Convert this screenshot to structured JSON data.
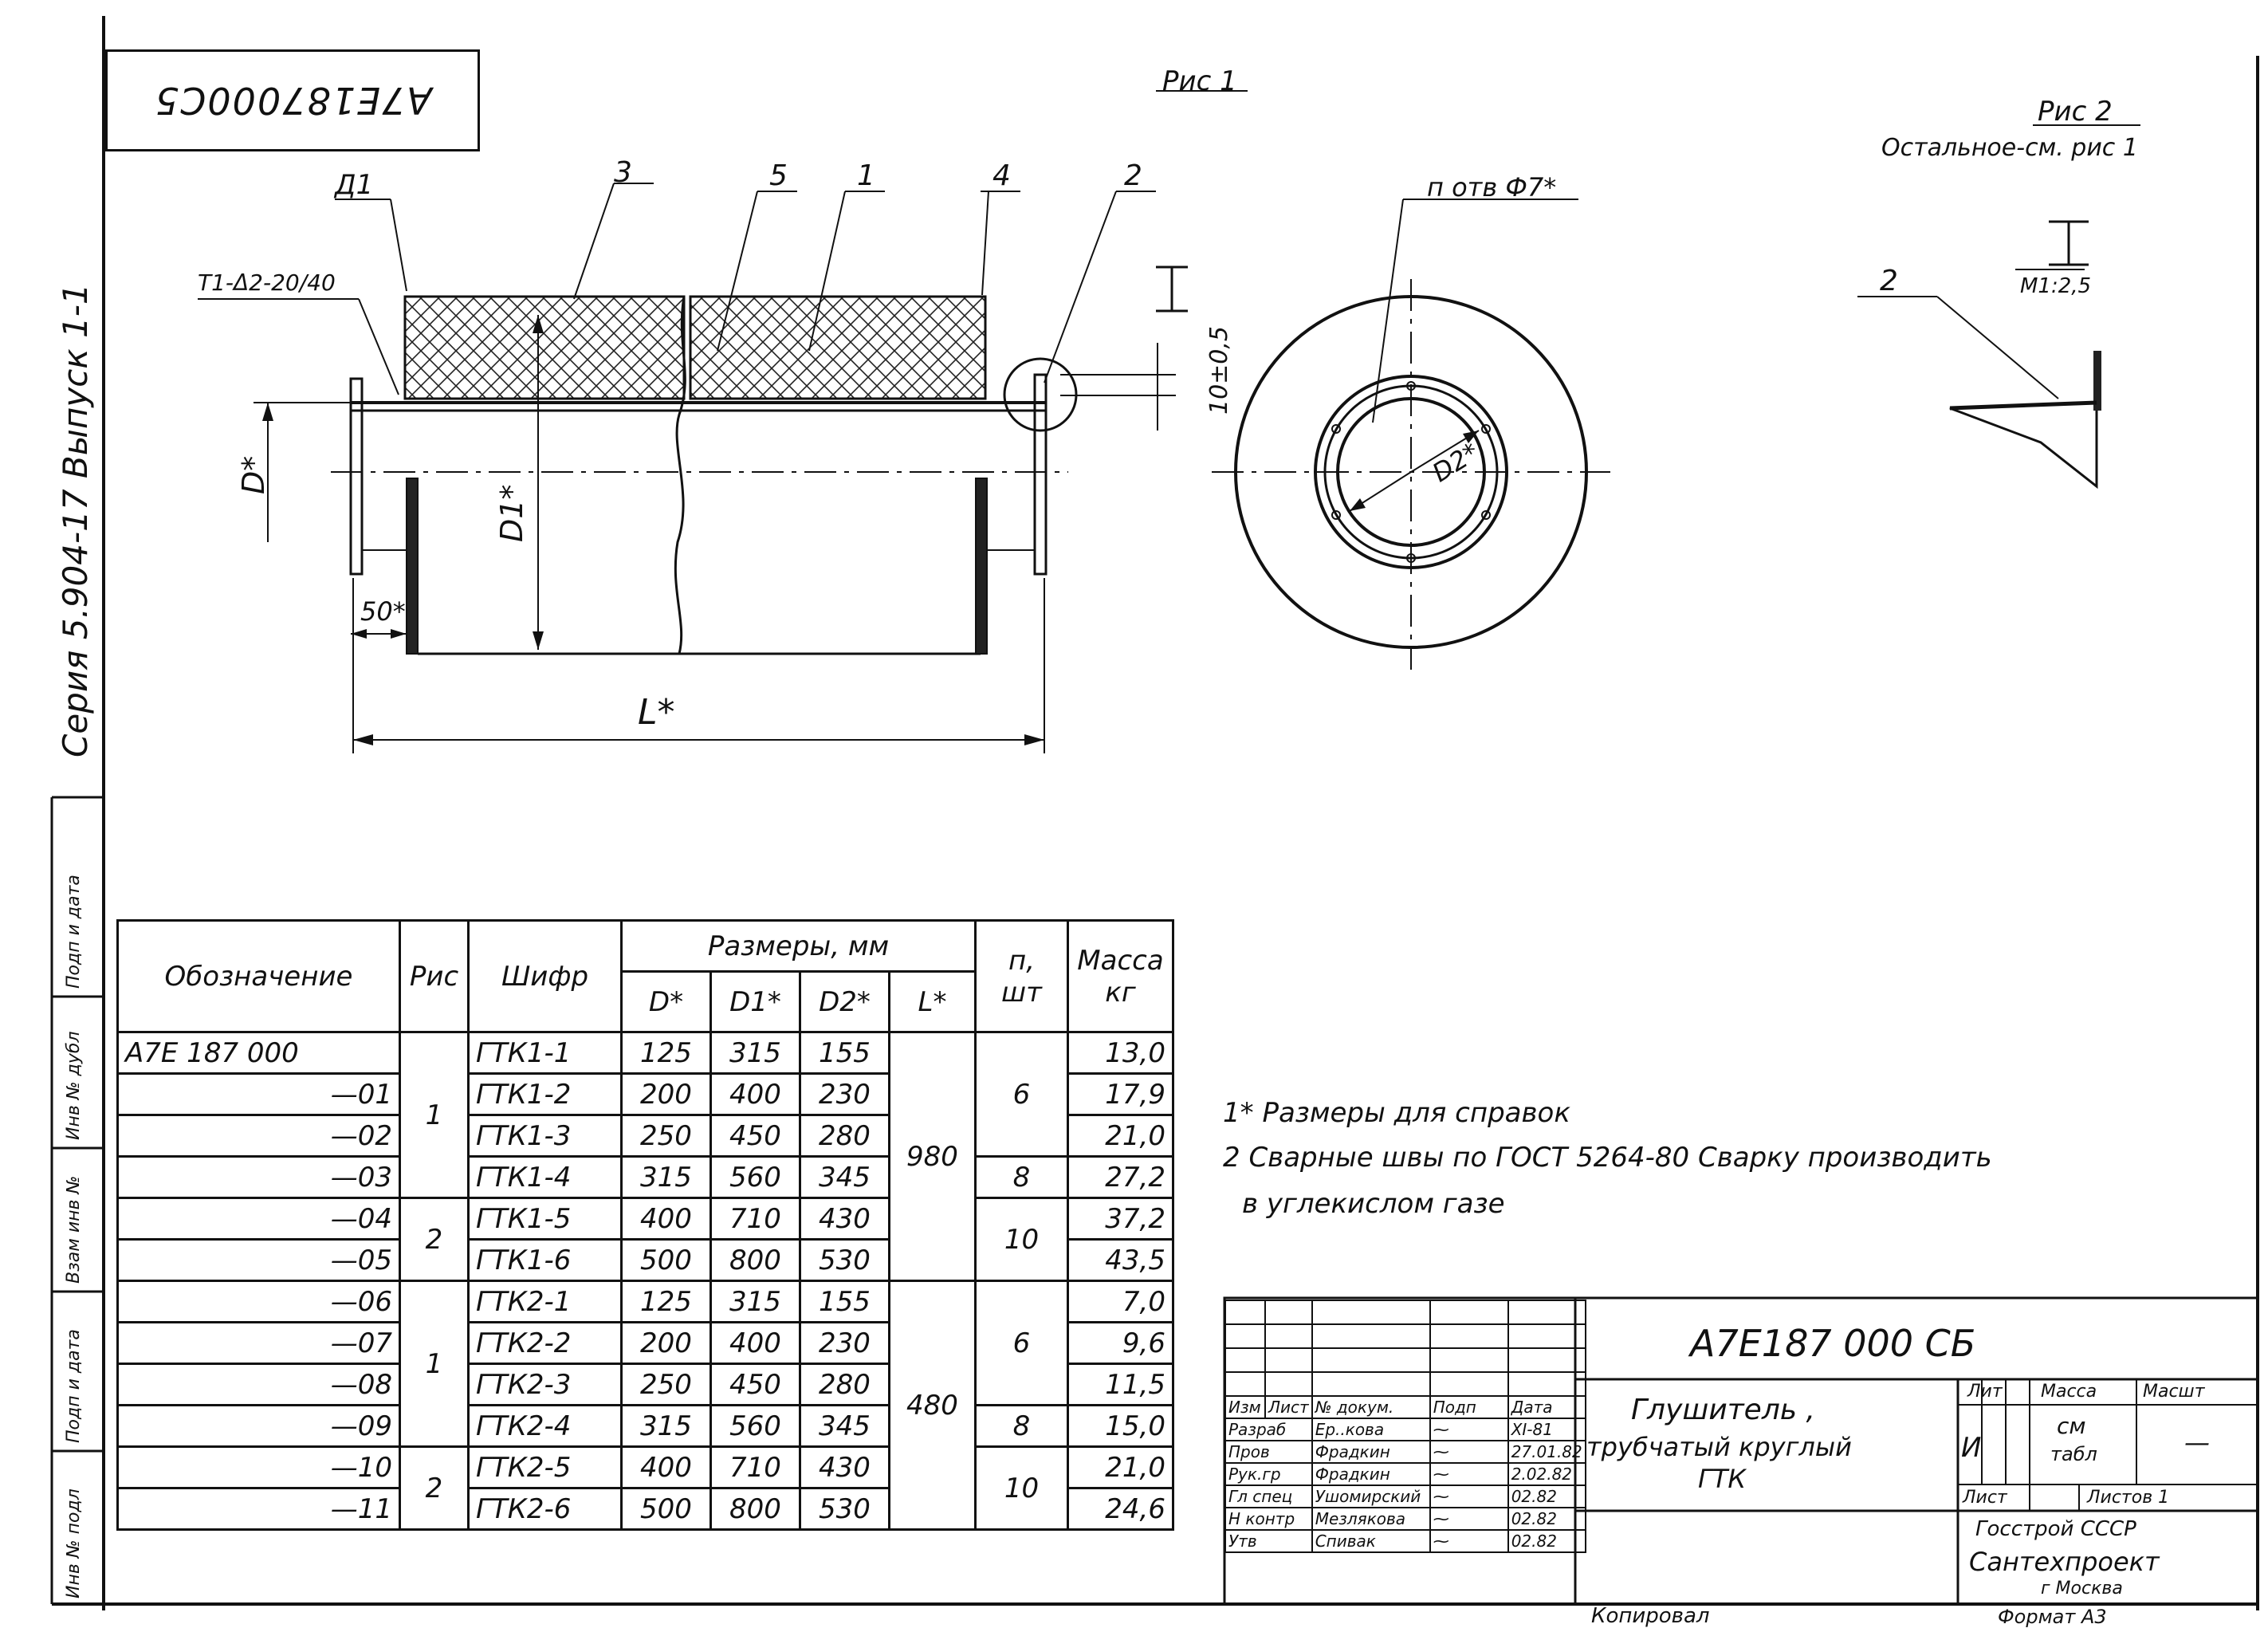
{
  "stamp": {
    "code_inverted": "A7E187000C5"
  },
  "side_labels": {
    "series": "Серия 5.904-17 Выпуск 1-1",
    "boxes": [
      "Подп и дата",
      "Инв № дубл",
      "Взам инв №",
      "Подп и дата",
      "Инв № подл"
    ]
  },
  "fig1": {
    "title": "Рис 1",
    "callouts": [
      "Д1",
      "3",
      "5",
      "1",
      "4",
      "2"
    ],
    "weld": "Т1-Δ2-20/40",
    "section_mark": "I",
    "dim_flange": "10±0,5",
    "dim_D": "D*",
    "dim_D1": "D1*",
    "dim_50": "50*",
    "dim_L": "L*",
    "holes": "п отв Ф7*",
    "dim_D2": "D2*"
  },
  "fig2": {
    "title": "Рис 2",
    "subtitle": "Остальное-см. рис 1",
    "section_mark": "I",
    "scale": "М1:2,5",
    "callout": "2"
  },
  "table": {
    "header": {
      "designation": "Обозначение",
      "fig": "Рис",
      "code": "Шифр",
      "dims": "Размеры, мм",
      "D": "D*",
      "D1": "D1*",
      "D2": "D2*",
      "L": "L*",
      "n_top": "п,",
      "n_bottom": "шт",
      "mass_top": "Масса",
      "mass_bottom": "кг"
    },
    "rows": [
      {
        "des": "А7Е 187 000",
        "code": "ГТК1-1",
        "D": "125",
        "D1": "315",
        "D2": "155",
        "mass": "13,0"
      },
      {
        "des": "—01",
        "code": "ГТК1-2",
        "D": "200",
        "D1": "400",
        "D2": "230",
        "mass": "17,9"
      },
      {
        "des": "—02",
        "code": "ГТК1-3",
        "D": "250",
        "D1": "450",
        "D2": "280",
        "mass": "21,0"
      },
      {
        "des": "—03",
        "code": "ГТК1-4",
        "D": "315",
        "D1": "560",
        "D2": "345",
        "mass": "27,2"
      },
      {
        "des": "—04",
        "code": "ГТК1-5",
        "D": "400",
        "D1": "710",
        "D2": "430",
        "mass": "37,2"
      },
      {
        "des": "—05",
        "code": "ГТК1-6",
        "D": "500",
        "D1": "800",
        "D2": "530",
        "mass": "43,5"
      },
      {
        "des": "—06",
        "code": "ГТК2-1",
        "D": "125",
        "D1": "315",
        "D2": "155",
        "mass": "7,0"
      },
      {
        "des": "—07",
        "code": "ГТК2-2",
        "D": "200",
        "D1": "400",
        "D2": "230",
        "mass": "9,6"
      },
      {
        "des": "—08",
        "code": "ГТК2-3",
        "D": "250",
        "D1": "450",
        "D2": "280",
        "mass": "11,5"
      },
      {
        "des": "—09",
        "code": "ГТК2-4",
        "D": "315",
        "D1": "560",
        "D2": "345",
        "mass": "15,0"
      },
      {
        "des": "—10",
        "code": "ГТК2-5",
        "D": "400",
        "D1": "710",
        "D2": "430",
        "mass": "21,0"
      },
      {
        "des": "—11",
        "code": "ГТК2-6",
        "D": "500",
        "D1": "800",
        "D2": "530",
        "mass": "24,6"
      }
    ],
    "fig_groups": [
      "1",
      "2",
      "1",
      "2"
    ],
    "L_groups": [
      "980",
      "480"
    ],
    "n_groups": [
      "6",
      "8",
      "10",
      "6",
      "8",
      "10"
    ]
  },
  "notes": [
    "1* Размеры для справок",
    "2 Сварные швы по ГОСТ 5264-80 Сварку производить",
    "в углекислом газе"
  ],
  "title_block": {
    "doc_code": "А7Е187 000 СБ",
    "name_line1": "Глушитель ,",
    "name_line2": "трубчатый круглый",
    "name_line3": "ГТК",
    "col_headers": [
      "Изм",
      "Лист",
      "№ докум.",
      "Подп",
      "Дата"
    ],
    "people": [
      {
        "role": "Разраб",
        "name": "Ер..кова",
        "date": "XI-81"
      },
      {
        "role": "Пров",
        "name": "Фрадкин",
        "date": "27.01.82"
      },
      {
        "role": "Рук.гр",
        "name": "Фрадкин",
        "date": "2.02.82"
      },
      {
        "role": "Гл спец",
        "name": "Ушомирский",
        "date": "02.82"
      },
      {
        "role": "Н контр",
        "name": "Мезлякова",
        "date": "02.82"
      },
      {
        "role": "Утв",
        "name": "Спивак",
        "date": "02.82"
      }
    ],
    "lit_label": "Лит",
    "mass_label": "Масса",
    "scale_label": "Масшт",
    "lit_value": "И",
    "mass_value_1": "см",
    "mass_value_2": "табл",
    "scale_value": "—",
    "sheet_label": "Лист",
    "sheets_label": "Листов 1",
    "org1": "Госстрой СССР",
    "org2": "Сантехпроект",
    "org3": "г Москва",
    "copied": "Копировал",
    "format": "Формат А3"
  }
}
